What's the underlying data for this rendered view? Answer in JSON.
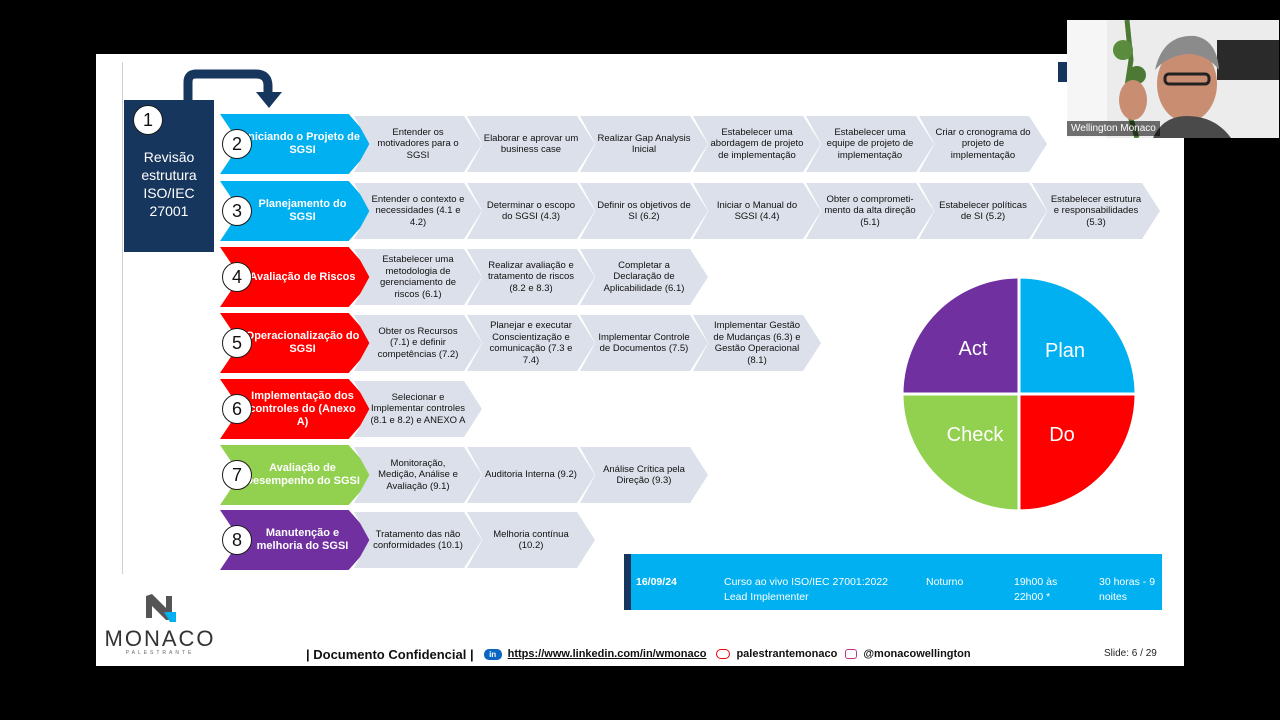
{
  "slide": {
    "step1": {
      "number": "1",
      "label": "Revisão estrutura ISO/IEC 27001"
    },
    "rows": [
      {
        "number": "2",
        "title": "Iniciando o Projeto de SGSI",
        "color": "#00b0f0",
        "items": [
          "Entender os motivadores para o SGSI",
          "Elaborar e aprovar um business case",
          "Realizar Gap Analysis Inicial",
          "Estabelecer uma abordagem de projeto de implementação",
          "Estabelecer uma equipe de projeto de implementação",
          "Criar o cronograma do projeto de implementação"
        ]
      },
      {
        "number": "3",
        "title": "Planejamento do SGSI",
        "color": "#00b0f0",
        "items": [
          "Entender o contexto e necessidades (4.1 e 4.2)",
          "Determinar o escopo do SGSI (4.3)",
          "Definir os objetivos de SI (6.2)",
          "Iniciar o Manual do SGSI (4.4)",
          "Obter o comprometi-mento da alta direção (5.1)",
          "Estabelecer políticas de SI (5.2)",
          "Estabelecer estrutura e responsabilidades (5.3)"
        ]
      },
      {
        "number": "4",
        "title": "Avaliação de Riscos",
        "color": "#ff0000",
        "items": [
          "Estabelecer uma metodologia de gerenciamento de riscos (6.1)",
          "Realizar avaliação e tratamento de riscos (8.2 e 8.3)",
          "Completar a Declaração de Aplicabilidade (6.1)"
        ]
      },
      {
        "number": "5",
        "title": "Operacionalização do SGSI",
        "color": "#ff0000",
        "items": [
          "Obter os Recursos (7.1) e definir competências (7.2)",
          "Planejar e executar Conscientização e comunicação (7.3 e 7.4)",
          "Implementar Controle de Documentos (7.5)",
          "Implementar Gestão de Mudanças (6.3) e Gestão Operacional (8.1)"
        ]
      },
      {
        "number": "6",
        "title": "Implementação dos controles do (Anexo A)",
        "color": "#ff0000",
        "items": [
          "Selecionar e Implementar controles (8.1 e 8.2) e ANEXO A"
        ]
      },
      {
        "number": "7",
        "title": "Avaliação de Desempenho do SGSI",
        "color": "#92d050",
        "items": [
          "Monitoração, Medição, Análise e Avaliação (9.1)",
          "Auditoria Interna (9.2)",
          "Análise Crítica pela Direção (9.3)"
        ]
      },
      {
        "number": "8",
        "title": "Manutenção e melhoria do SGSI",
        "color": "#7030a0",
        "items": [
          "Tratamento das não conformidades (10.1)",
          "Melhoria contínua (10.2)"
        ]
      }
    ],
    "pdca": [
      {
        "label": "Act",
        "color": "#7030a0"
      },
      {
        "label": "Plan",
        "color": "#00b0f0"
      },
      {
        "label": "Check",
        "color": "#92d050"
      },
      {
        "label": "Do",
        "color": "#ff0000"
      }
    ],
    "banner": {
      "date": "16/09/24",
      "course": "Curso ao vivo ISO/IEC 27001:2022",
      "course2": "Lead Implementer",
      "shift": "Noturno",
      "time1": "19h00 às",
      "time2": "22h00 *",
      "hours1": "30 horas - 9",
      "hours2": "noites"
    },
    "footer": {
      "confidential": "| Documento Confidencial |",
      "linkedin_icon": "in",
      "linkedin": "https://www.linkedin.com/in/wmonaco",
      "youtube": "palestrantemonaco",
      "instagram": "@monacowellington",
      "slide_number": "Slide: 6 / 29"
    },
    "logo": {
      "name": "MONACO",
      "sub": "PALESTRANTE"
    }
  },
  "video": {
    "participant_name": "Wellington Monaco"
  }
}
